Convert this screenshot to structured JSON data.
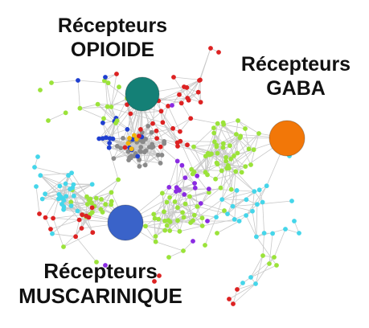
{
  "labels": {
    "opioide": {
      "line1": "Récepteurs",
      "line2": "OPIOIDE"
    },
    "gaba": {
      "line1": "Récepteurs",
      "line2": "GABA"
    },
    "muscarinique": {
      "line1": "Récepteurs",
      "line2": "MUSCARINIQUE"
    }
  },
  "hubs": [
    {
      "name": "opioide",
      "color": "#148076"
    },
    {
      "name": "gaba",
      "color": "#f27708"
    },
    {
      "name": "muscarinique",
      "color": "#3a63c9"
    }
  ],
  "node_colors": {
    "green": "#9be33a",
    "cyan": "#45d6ea",
    "red": "#dd2222",
    "gray": "#8a8a8a",
    "blue": "#1f3fd0",
    "purple": "#8a2be2",
    "yellow": "#f2b50a"
  },
  "edge_color": "#c9c9c9"
}
